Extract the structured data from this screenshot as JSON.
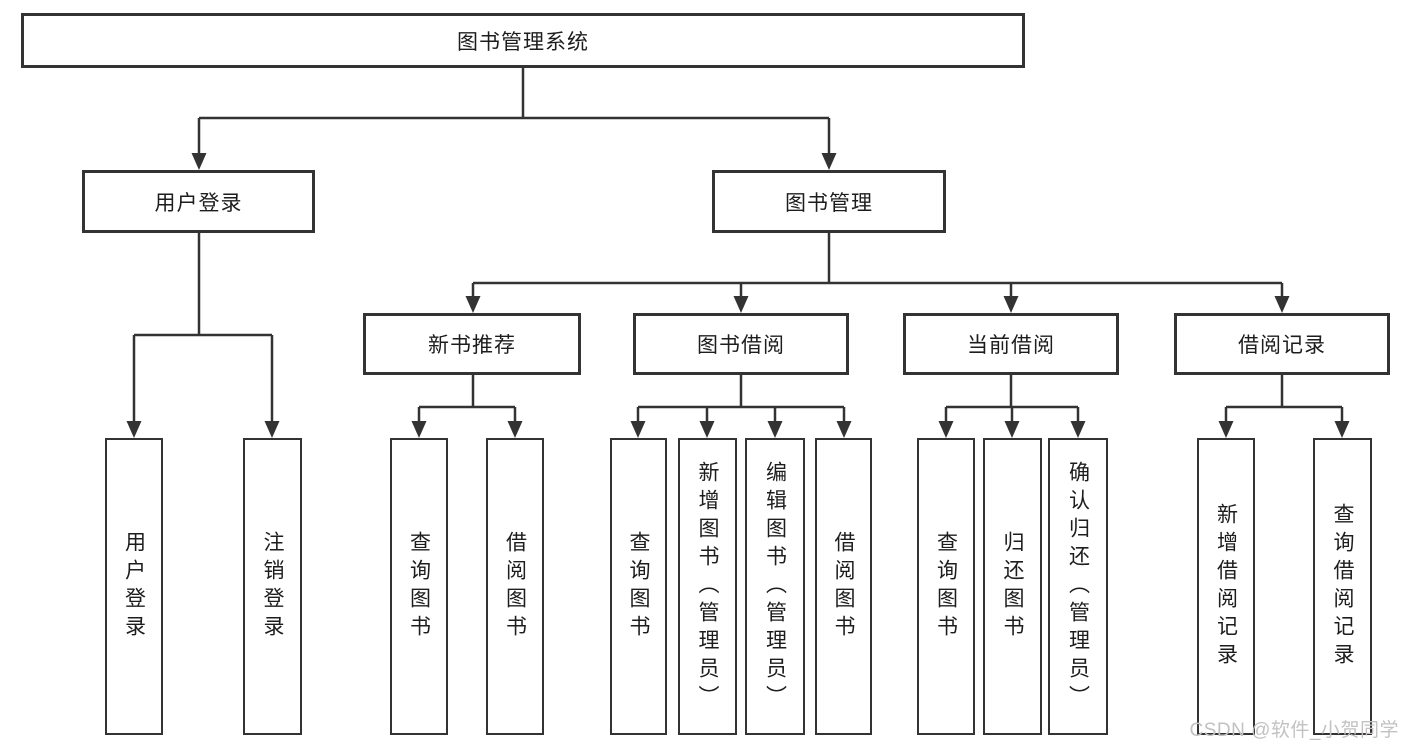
{
  "diagram": {
    "type": "hierarchy-tree",
    "title": "图书管理系统"
  },
  "levels": {
    "root": {
      "label": "图书管理系统"
    },
    "branches": {
      "user_login": {
        "label": "用户登录"
      },
      "book_mgmt": {
        "label": "图书管理"
      }
    },
    "sections": {
      "new_book": {
        "label": "新书推荐"
      },
      "book_borrow": {
        "label": "图书借阅"
      },
      "current_borrow": {
        "label": "当前借阅"
      },
      "borrow_record": {
        "label": "借阅记录"
      }
    },
    "leaves": {
      "user_login_op": {
        "label": "用户登录"
      },
      "logout_op": {
        "label": "注销登录"
      },
      "nb_query": {
        "label": "查询图书"
      },
      "nb_borrow": {
        "label": "借阅图书"
      },
      "bb_query": {
        "label": "查询图书"
      },
      "bb_add": {
        "label": "新增图书（管理员）"
      },
      "bb_edit": {
        "label": "编辑图书（管理员）"
      },
      "bb_borrow": {
        "label": "借阅图书"
      },
      "cb_query": {
        "label": "查询图书"
      },
      "cb_return": {
        "label": "归还图书"
      },
      "cb_confirm": {
        "label": "确认归还（管理员）"
      },
      "br_add": {
        "label": "新增借阅记录"
      },
      "br_query": {
        "label": "查询借阅记录"
      }
    }
  },
  "watermark": {
    "text": "CSDN @软件_小贺同学",
    "color": "#c3c1c1"
  },
  "colors": {
    "box_border": "#333333",
    "connector": "#333333",
    "text": "#1d1d1d",
    "background": "#ffffff"
  }
}
